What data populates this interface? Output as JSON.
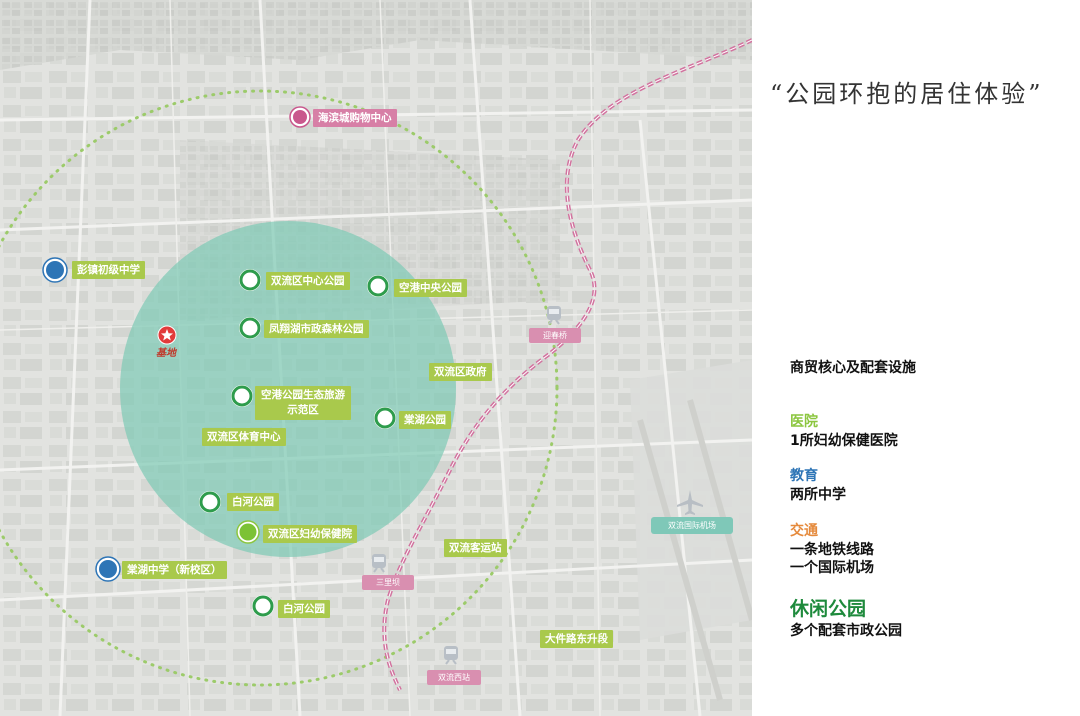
{
  "title": "“公园环抱的居住体验”",
  "legend": {
    "heading": "商贸核心及配套设施",
    "items": [
      {
        "category": "医院",
        "color": "#8cc63f",
        "lines": [
          "1所妇幼保健医院"
        ]
      },
      {
        "category": "教育",
        "color": "#2e75b6",
        "lines": [
          "两所中学"
        ]
      },
      {
        "category": "交通",
        "color": "#e58a3c",
        "lines": [
          "一条地铁线路",
          "一个国际机场"
        ]
      },
      {
        "category": "休闲公园",
        "color": "#1e8a3c",
        "lines": [
          "多个配套市政公园"
        ]
      }
    ]
  },
  "map": {
    "site_label": "基地",
    "pois": {
      "mall": "海滨城购物中心",
      "school1": "彭镇初级中学",
      "park_center": "双流区中心公园",
      "park_airport_central": "空港中央公园",
      "park_fenghuang": "凤翔湖市政森林公园",
      "gov": "双流区政府",
      "park_eco": "空港公园生态旅游示范区",
      "park_tanghu": "棠湖公园",
      "sports": "双流区体育中心",
      "park_baihe1": "白河公园",
      "hospital": "双流区妇幼保健院",
      "bus_station": "双流客运站",
      "school2": "棠湖中学（新校区）",
      "park_baihe2": "白河公园",
      "dajian_road": "大件路东升段"
    },
    "stations": {
      "yingchunqiao": "迎春桥",
      "sanjingba": "三里坝",
      "shuangliu_west": "双流西站"
    },
    "airport": "双流国际机场"
  }
}
